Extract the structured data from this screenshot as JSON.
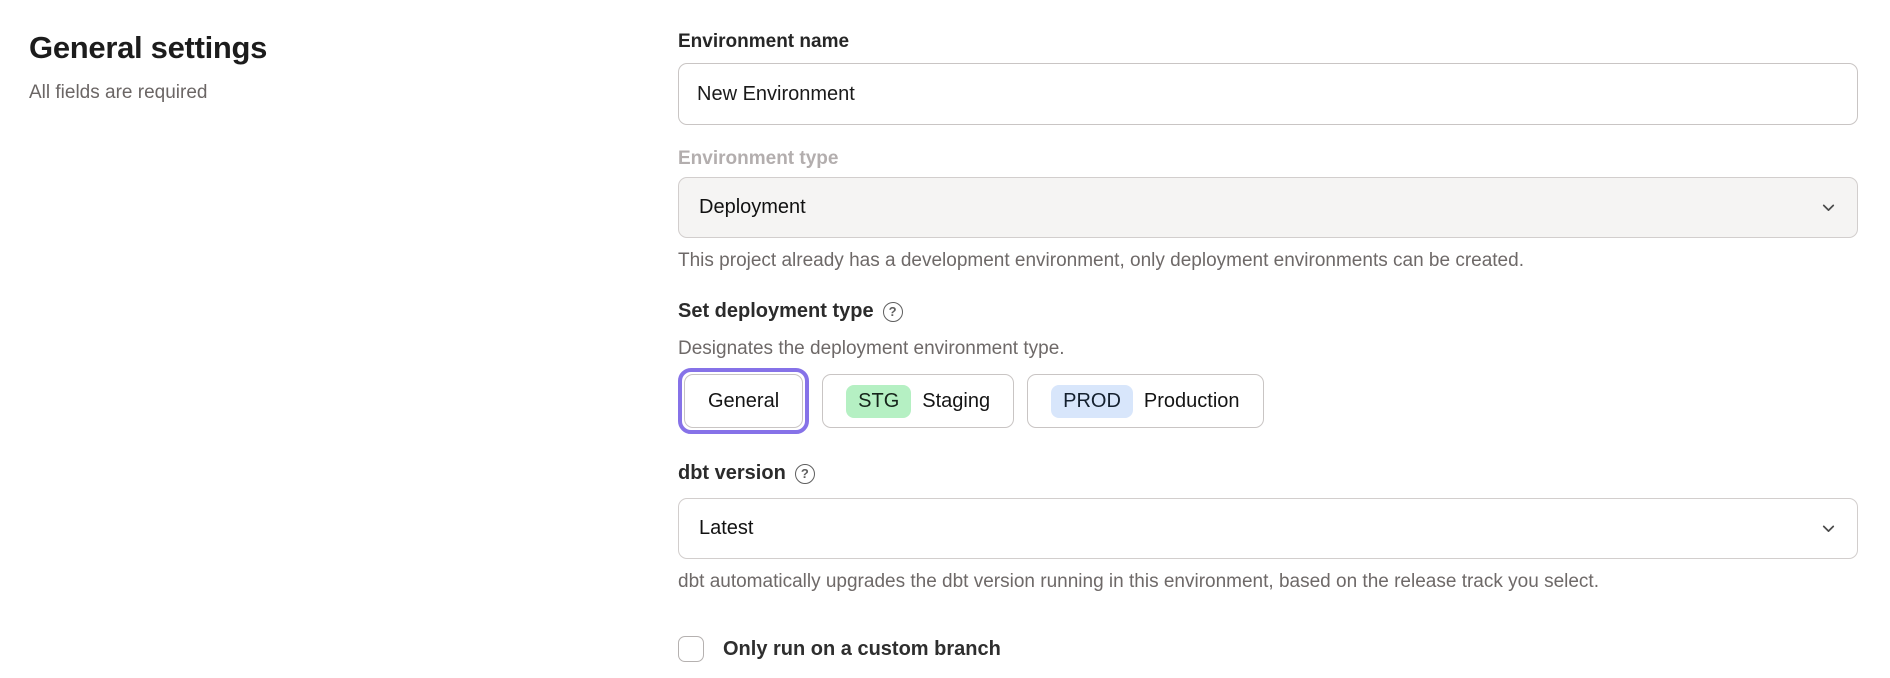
{
  "page": {
    "title": "General settings",
    "subtitle": "All fields are required"
  },
  "form": {
    "environment_name": {
      "label": "Environment name",
      "value": "New Environment"
    },
    "environment_type": {
      "label": "Environment type",
      "value": "Deployment",
      "disabled": true,
      "helper": "This project already has a development environment, only deployment environments can be created."
    },
    "deployment_type": {
      "label": "Set deployment type",
      "help_icon_glyph": "?",
      "helper": "Designates the deployment environment type.",
      "options": [
        {
          "label": "General",
          "badge": "",
          "selected": true
        },
        {
          "label": "Staging",
          "badge": "STG",
          "selected": false
        },
        {
          "label": "Production",
          "badge": "PROD",
          "selected": false
        }
      ]
    },
    "dbt_version": {
      "label": "dbt version",
      "help_icon_glyph": "?",
      "value": "Latest",
      "helper": "dbt automatically upgrades the dbt version running in this environment, based on the release track you select."
    },
    "custom_branch": {
      "label": "Only run on a custom branch",
      "checked": false
    }
  },
  "colors": {
    "accent_ring": "#8672e8",
    "stg_badge_bg": "#b5f0c3",
    "prod_badge_bg": "#d8e6fb",
    "disabled_field_bg": "#f5f4f3",
    "field_border": "#c9c5c4",
    "helper_text": "#6e6968",
    "disabled_label": "#b3aeae"
  }
}
